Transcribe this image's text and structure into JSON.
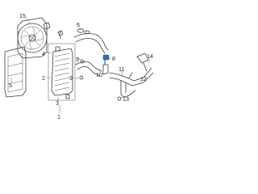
{
  "diagram": {
    "callouts": [
      {
        "id": "c1",
        "label": "1"
      },
      {
        "id": "c2",
        "label": "2"
      },
      {
        "id": "c3",
        "label": "3"
      },
      {
        "id": "c4",
        "label": "4"
      },
      {
        "id": "c5",
        "label": "5"
      },
      {
        "id": "c6",
        "label": "6"
      },
      {
        "id": "c7",
        "label": "7"
      },
      {
        "id": "c8",
        "label": "8"
      },
      {
        "id": "c9",
        "label": "9"
      },
      {
        "id": "c10",
        "label": "10"
      },
      {
        "id": "c11",
        "label": "11"
      },
      {
        "id": "c12",
        "label": "12"
      },
      {
        "id": "c13",
        "label": "13"
      },
      {
        "id": "c14",
        "label": "14"
      },
      {
        "id": "c15",
        "label": "15"
      }
    ],
    "highlight_color": "#2f6fb6",
    "line_color": "#3a3a3a"
  }
}
